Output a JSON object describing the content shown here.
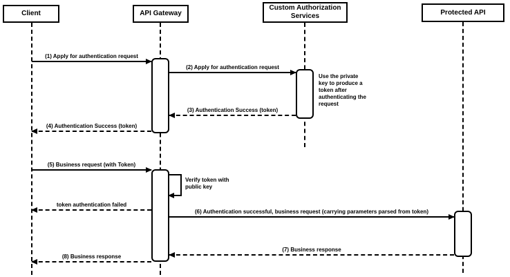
{
  "diagram": {
    "type": "sequence-diagram",
    "participants": [
      {
        "id": "client",
        "label": "Client"
      },
      {
        "id": "api-gateway",
        "label": "API Gateway"
      },
      {
        "id": "custom-authorization-services",
        "label": "Custom Authorization Services"
      },
      {
        "id": "protected-api",
        "label": "Protected API"
      }
    ],
    "messages": [
      {
        "label": "(1) Apply for authentication request",
        "from": "Client",
        "to": "API Gateway",
        "line": "solid"
      },
      {
        "label": "(2) Apply for authentication request",
        "from": "API Gateway",
        "to": "Custom Authorization Services",
        "line": "solid"
      },
      {
        "label": "(3) Authentication Success (token)",
        "from": "Custom Authorization Services",
        "to": "API Gateway",
        "line": "dashed"
      },
      {
        "label": "(4) Authentication Success (token)",
        "from": "API Gateway",
        "to": "Client",
        "line": "dashed"
      },
      {
        "label": "(5) Business request (with Token)",
        "from": "Client",
        "to": "API Gateway",
        "line": "solid"
      },
      {
        "label": "token authentication failed",
        "from": "API Gateway",
        "to": "Client",
        "line": "dashed"
      },
      {
        "label": "(6) Authentication successful, business request (carrying parameters parsed from token)",
        "from": "API Gateway",
        "to": "Protected API",
        "line": "solid"
      },
      {
        "label": "(7) Business response",
        "from": "Protected API",
        "to": "API Gateway",
        "line": "dashed"
      },
      {
        "label": "(8) Business response",
        "from": "API Gateway",
        "to": "Client",
        "line": "dashed"
      }
    ],
    "self_message": {
      "label": "Verify token with public key",
      "on": "API Gateway"
    },
    "note": {
      "label": "Use the private key to produce a token after authenticating the request",
      "attached_to": "Custom Authorization Services"
    },
    "colors": {
      "line": "#000000",
      "text": "#000000",
      "background": "#ffffff",
      "shape_fill": "#ffffff"
    }
  }
}
